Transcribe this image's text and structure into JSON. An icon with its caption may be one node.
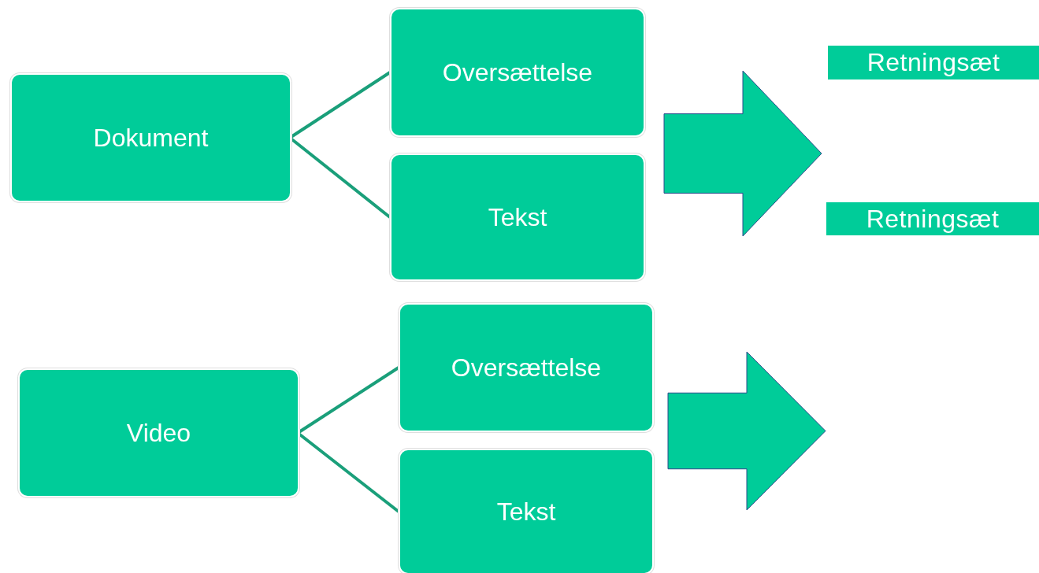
{
  "diagram": {
    "nodes": [
      {
        "text": [
          "Dokument"
        ]
      },
      {
        "text": [
          "Oversættelse"
        ]
      },
      {
        "text": [
          "Tekst"
        ]
      },
      {
        "text": [],
        "shape": "arrow"
      },
      {
        "text": [
          "Retningsæt"
        ]
      },
      {
        "text": [
          "Retningsæt"
        ]
      },
      {
        "text": [
          "Video"
        ]
      },
      {
        "text": [
          "Oversættelse"
        ]
      },
      {
        "text": [
          "Tekst"
        ]
      },
      {
        "text": [],
        "shape": "arrow"
      }
    ],
    "edges": [
      {
        "from": 0,
        "to": 1,
        "arrow": "none"
      },
      {
        "from": 0,
        "to": 2,
        "arrow": "none"
      },
      {
        "from": 6,
        "to": 7,
        "arrow": "none"
      },
      {
        "from": 6,
        "to": 8,
        "arrow": "none"
      }
    ]
  }
}
